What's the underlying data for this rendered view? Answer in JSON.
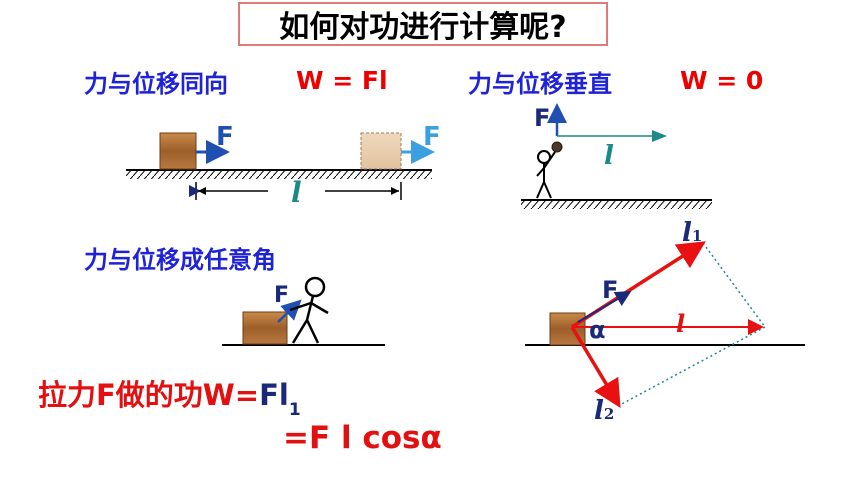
{
  "title": "如何对功进行计算呢?",
  "case_same": {
    "label": "力与位移同向",
    "formula": "W = Fl",
    "force_left": "F",
    "force_right": "F",
    "displacement": "l"
  },
  "case_perpendicular": {
    "label": "力与位移垂直",
    "formula": "W = 0",
    "force": "F",
    "displacement": "l"
  },
  "case_angle": {
    "label": "力与位移成任意角",
    "force": "F"
  },
  "decomposition": {
    "force": "F",
    "angle": "α",
    "displacement": "l",
    "component_1": "l",
    "component_1_sub": "1",
    "component_2": "l",
    "component_2_sub": "2"
  },
  "work_result": {
    "line1_prefix": "拉力F做的功W=",
    "line1_rhs": "Fl",
    "line1_sub": "1",
    "line2": "=F l cosα"
  }
}
